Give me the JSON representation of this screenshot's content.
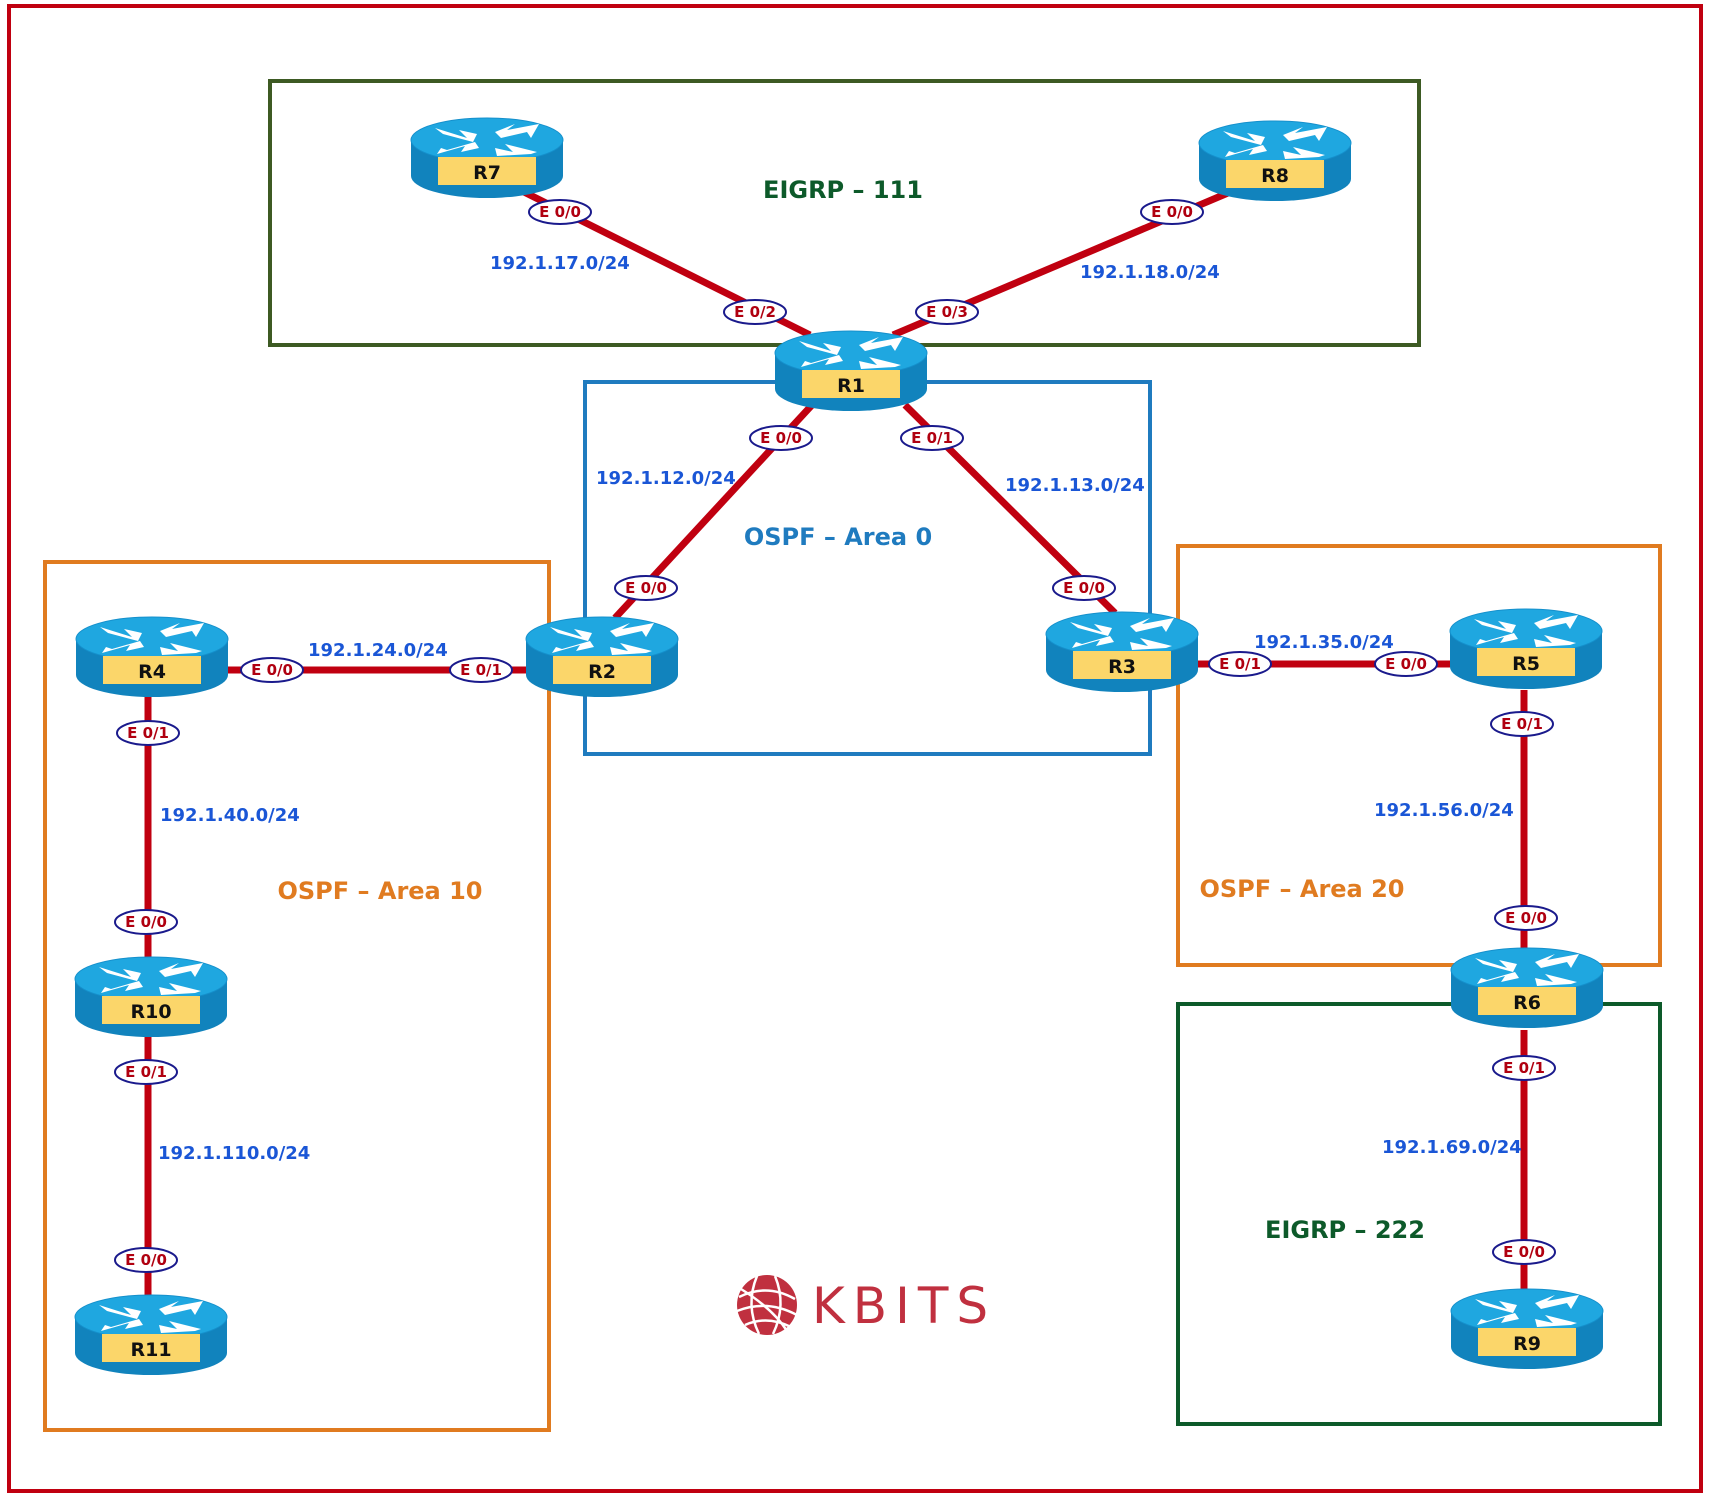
{
  "diagram": {
    "colors": {
      "outer_border": "#c00010",
      "eigrp_111_border": "#3d5a23",
      "eigrp_222_border": "#0d5a2a",
      "ospf_area0_border": "#1f7bbf",
      "ospf_area_border": "#e07b20",
      "link": "#c00010",
      "network_text": "#1a56d6",
      "interface_text": "#b00010",
      "interface_outline": "#1a1a8c",
      "router_top": "#1fa7e0",
      "router_side": "#1183bd",
      "router_label_bg": "#fbd66a",
      "logo": "#c0303f"
    },
    "areas": [
      {
        "id": "eigrp-111",
        "label": "EIGRP – 111",
        "color": "#0d5a2a"
      },
      {
        "id": "ospf-area-0",
        "label": "OSPF – Area 0",
        "color": "#1f7bbf"
      },
      {
        "id": "ospf-area-10",
        "label": "OSPF – Area 10",
        "color": "#e07b20"
      },
      {
        "id": "ospf-area-20",
        "label": "OSPF – Area 20",
        "color": "#e07b20"
      },
      {
        "id": "eigrp-222",
        "label": "EIGRP – 222",
        "color": "#0d5a2a"
      }
    ],
    "routers": [
      {
        "id": "R1",
        "label": "R1"
      },
      {
        "id": "R2",
        "label": "R2"
      },
      {
        "id": "R3",
        "label": "R3"
      },
      {
        "id": "R4",
        "label": "R4"
      },
      {
        "id": "R5",
        "label": "R5"
      },
      {
        "id": "R6",
        "label": "R6"
      },
      {
        "id": "R7",
        "label": "R7"
      },
      {
        "id": "R8",
        "label": "R8"
      },
      {
        "id": "R9",
        "label": "R9"
      },
      {
        "id": "R10",
        "label": "R10"
      },
      {
        "id": "R11",
        "label": "R11"
      }
    ],
    "links": [
      {
        "a": "R7",
        "a_if": "E 0/0",
        "b": "R1",
        "b_if": "E 0/2",
        "network": "192.1.17.0/24"
      },
      {
        "a": "R8",
        "a_if": "E 0/0",
        "b": "R1",
        "b_if": "E 0/3",
        "network": "192.1.18.0/24"
      },
      {
        "a": "R1",
        "a_if": "E 0/0",
        "b": "R2",
        "b_if": "E 0/0",
        "network": "192.1.12.0/24"
      },
      {
        "a": "R1",
        "a_if": "E 0/1",
        "b": "R3",
        "b_if": "E 0/0",
        "network": "192.1.13.0/24"
      },
      {
        "a": "R4",
        "a_if": "E 0/0",
        "b": "R2",
        "b_if": "E 0/1",
        "network": "192.1.24.0/24"
      },
      {
        "a": "R3",
        "a_if": "E 0/1",
        "b": "R5",
        "b_if": "E 0/0",
        "network": "192.1.35.0/24"
      },
      {
        "a": "R4",
        "a_if": "E 0/1",
        "b": "R10",
        "b_if": "E 0/0",
        "network": "192.1.40.0/24"
      },
      {
        "a": "R10",
        "a_if": "E 0/1",
        "b": "R11",
        "b_if": "E 0/0",
        "network": "192.1.110.0/24"
      },
      {
        "a": "R5",
        "a_if": "E 0/1",
        "b": "R6",
        "b_if": "E 0/0",
        "network": "192.1.56.0/24"
      },
      {
        "a": "R6",
        "a_if": "E 0/1",
        "b": "R9",
        "b_if": "E 0/0",
        "network": "192.1.69.0/24"
      }
    ],
    "logo": {
      "text": "KBITS",
      "icon": "globe-icon"
    }
  }
}
